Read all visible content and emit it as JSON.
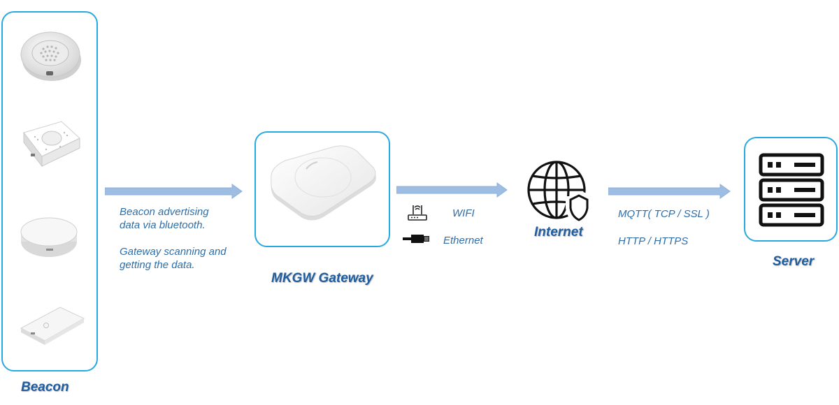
{
  "beacon": {
    "title": "Beacon",
    "device_icons": [
      "round-beacon-icon",
      "square-beacon-icon",
      "disc-beacon-icon",
      "card-beacon-icon"
    ]
  },
  "gateway": {
    "title": "MKGW Gateway",
    "device_icon": "gateway-device-icon"
  },
  "internet": {
    "title": "Internet",
    "icon": "globe-shield-icon"
  },
  "server": {
    "title": "Server",
    "icon": "server-rack-icon"
  },
  "link_beacon_gateway": {
    "line1": "Beacon advertising",
    "line2": "data via bluetooth.",
    "line3": "Gateway  scanning and",
    "line4": "getting the data."
  },
  "link_gateway_internet": {
    "wifi_label": "WIFI",
    "wifi_icon": "wifi-router-icon",
    "ethernet_label": "Ethernet",
    "ethernet_icon": "ethernet-plug-icon"
  },
  "link_internet_server": {
    "mqtt_label": "MQTT( TCP / SSL )",
    "http_label": "HTTP / HTTPS"
  },
  "colors": {
    "box_border": "#29a9e1",
    "arrow": "#9dbde2",
    "title": "#1f5d9e",
    "note": "#2e6ea8"
  }
}
